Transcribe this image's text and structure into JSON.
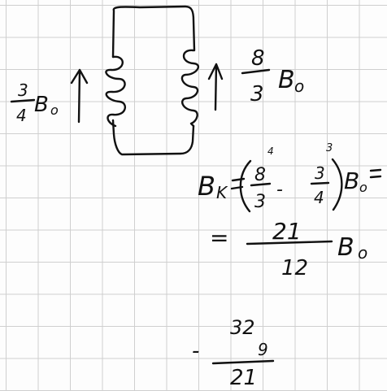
{
  "left_field": {
    "numerator": "3",
    "denominator": "4",
    "symbol": "B",
    "subscript": "o"
  },
  "right_field": {
    "numerator": "8",
    "denominator": "3",
    "symbol": "B",
    "subscript": "o"
  },
  "equation_1": {
    "lhs_symbol": "B",
    "lhs_subscript": "K",
    "a_num": "8",
    "a_den": "3",
    "a_cancel_mark": "4",
    "minus": "-",
    "b_num": "3",
    "b_den": "4",
    "b_cancel_mark": "3",
    "factor_symbol": "B",
    "factor_subscript": "o"
  },
  "equation_2": {
    "equals": "=",
    "num": "21",
    "den": "12",
    "symbol": "B",
    "subscript": "o"
  },
  "side_calc": {
    "minus": "-",
    "top": "32",
    "middle": "9",
    "bottom": "21"
  },
  "colors": {
    "ink": "#111111",
    "grid": "#cfcfcf",
    "paper": "#fdfdfd"
  }
}
